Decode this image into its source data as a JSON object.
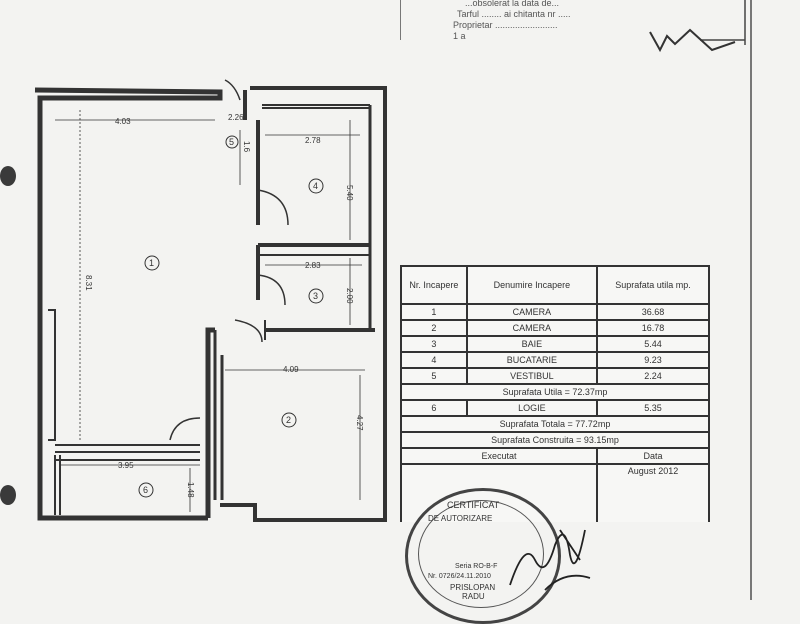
{
  "header": {
    "line1": "...obsolerat la data de...",
    "line2": "Tarful ........ ai chitanta nr .....",
    "line3": "Proprietar .........................",
    "line4": "1 a"
  },
  "plan": {
    "dimensions": [
      "4.03",
      "2.78",
      "5.40",
      "8.31",
      "2.83",
      "2.00",
      "4.09",
      "4.27",
      "3.95",
      "1.48",
      "2.26",
      "1.6"
    ],
    "rooms": [
      "1",
      "2",
      "3",
      "4",
      "5",
      "6"
    ]
  },
  "table": {
    "col1_header": "Nr. Incapere",
    "col2_header": "Denumire Incapere",
    "col3_header": "Suprafata utila mp.",
    "rows": [
      {
        "nr": "1",
        "name": "CAMERA",
        "area": "36.68"
      },
      {
        "nr": "2",
        "name": "CAMERA",
        "area": "16.78"
      },
      {
        "nr": "3",
        "name": "BAIE",
        "area": "5.44"
      },
      {
        "nr": "4",
        "name": "BUCATARIE",
        "area": "9.23"
      },
      {
        "nr": "5",
        "name": "VESTIBUL",
        "area": "2.24"
      }
    ],
    "util_total": "Suprafata Utila = 72.37mp",
    "loggia": {
      "nr": "6",
      "name": "LOGIE",
      "area": "5.35"
    },
    "total": "Suprafata Totala = 77.72mp",
    "built": "Suprafata Construita = 93.15mp",
    "executed_label": "Executat",
    "date_label": "Data",
    "date_value": "August 2012"
  },
  "stamp": {
    "top": "CERTIFICAT",
    "line1": "DE AUTORIZARE",
    "line2": "Seria RO-B-F",
    "line3": "Nr. 0726/24.11.2010",
    "line4": "PRISLOPAN",
    "line5": "RADU"
  }
}
